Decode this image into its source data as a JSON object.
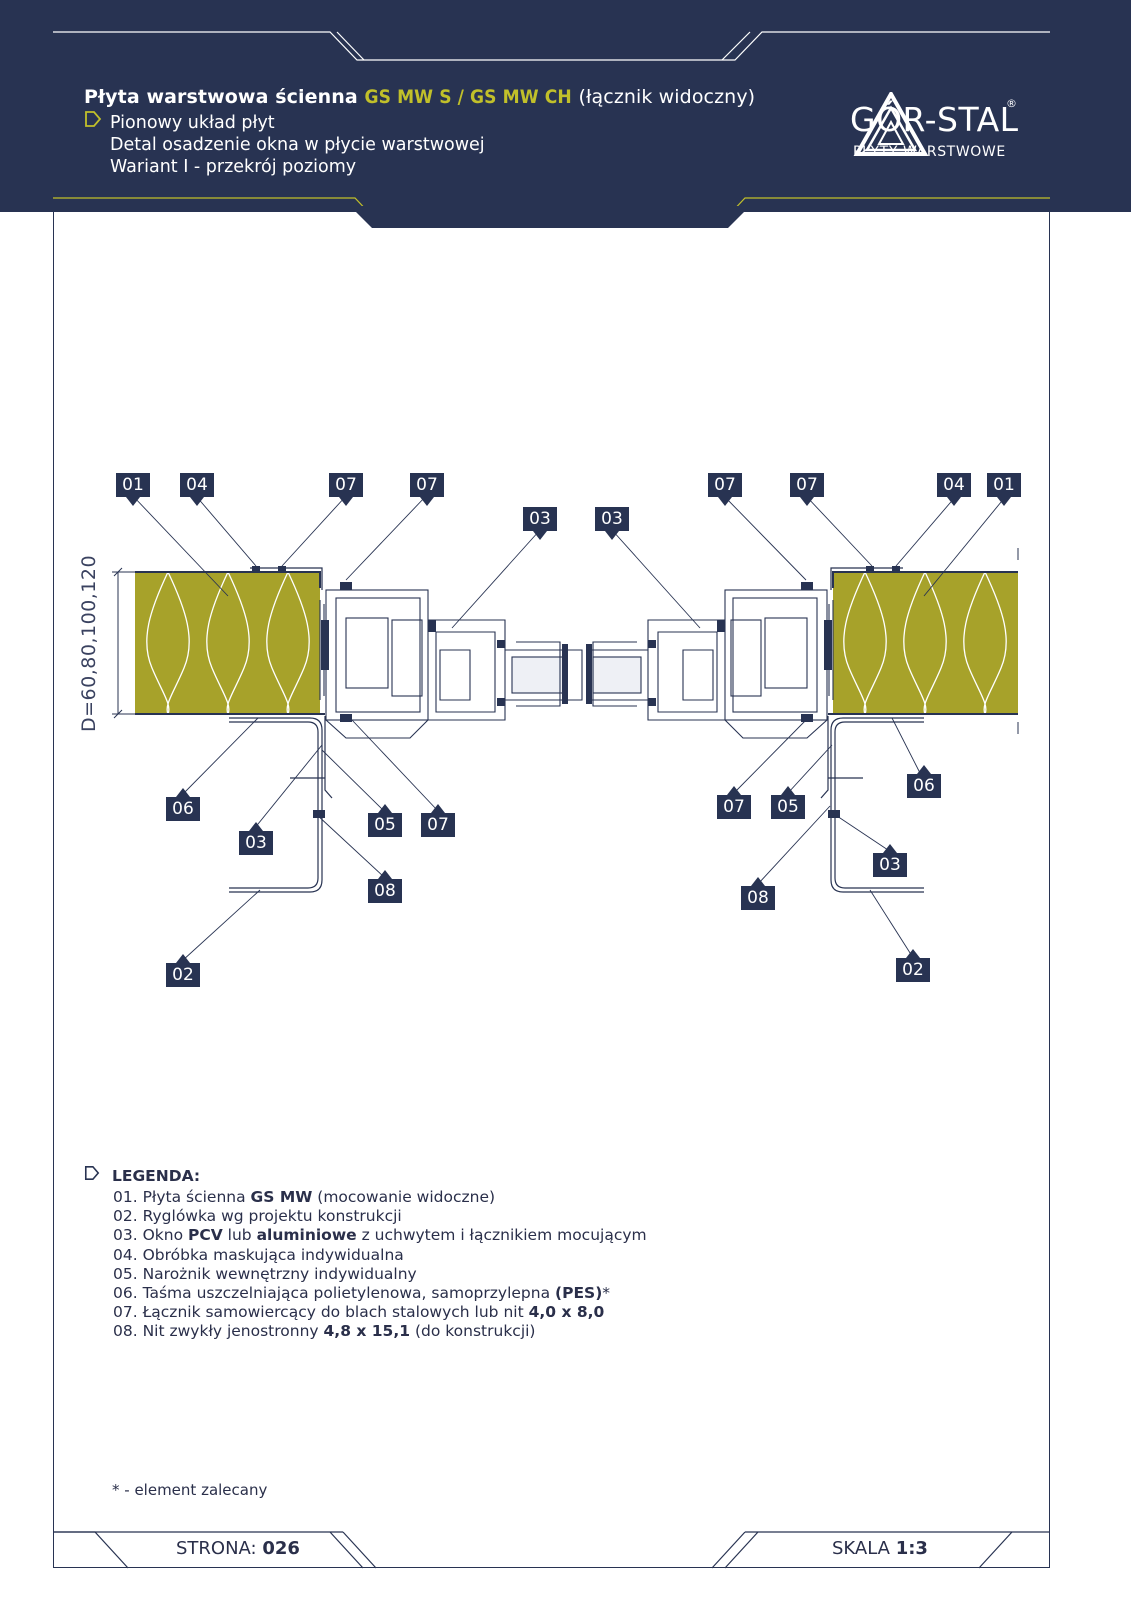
{
  "header": {
    "title_part1": "Płyta warstwowa ścienna",
    "title_code": "GS MW S / GS MW CH",
    "title_part2": "(łącznik widoczny)",
    "line1": "Pionowy układ płyt",
    "line2": "Detal osadzenie okna w płycie warstwowej",
    "line3": "Wariant I - przekrój poziomy",
    "brand": "GÓR-STAL",
    "brand_sub": "PŁYTY WARSTWOWE",
    "registered": "®",
    "colors": {
      "navy": "#283352",
      "accent": "#c1c02a",
      "insulation": "#a7a22a"
    },
    "icons": {
      "bullet": "chevron-outline-icon",
      "logo": "triangle-logo-icon"
    }
  },
  "drawing": {
    "dimension_label": "D=60,80,100,120",
    "tags": {
      "l01": "01",
      "l04": "04",
      "l07a": "07",
      "l07b": "07",
      "l03top": "03",
      "l06": "06",
      "l03": "03",
      "l05": "05",
      "l07c": "07",
      "l08": "08",
      "l02": "02",
      "r03top": "03",
      "r07a": "07",
      "r07b": "07",
      "r04": "04",
      "r01": "01",
      "r06": "06",
      "r07c": "07",
      "r05": "05",
      "r03": "03",
      "r08": "08",
      "r02": "02"
    }
  },
  "legend": {
    "title": "LEGENDA:",
    "items": [
      {
        "pre": "01. Płyta ścienna ",
        "b1": "GS MW",
        "mid": " (mocowanie widoczne)"
      },
      {
        "pre": "02. Ryglówka wg projektu konstrukcji"
      },
      {
        "pre": "03. Okno ",
        "b1": "PCV",
        "mid": " lub ",
        "b2": "aluminiowe",
        "post": " z uchwytem i łącznikiem mocującym"
      },
      {
        "pre": "04. Obróbka maskująca indywidualna"
      },
      {
        "pre": "05. Narożnik wewnętrzny indywidualny"
      },
      {
        "pre": "06. Taśma uszczelniająca polietylenowa, samoprzylepna ",
        "b1": "(PES)",
        "mid": "*"
      },
      {
        "pre": "07. Łącznik samowiercący do blach stalowych lub nit ",
        "b1": "4,0 x 8,0"
      },
      {
        "pre": "08. Nit zwykły jenostronny ",
        "b1": "4,8 x 15,1",
        "mid": " (do konstrukcji)"
      }
    ]
  },
  "footnote": "* -  element zalecany",
  "footer": {
    "page_label": "STRONA: ",
    "page_number": "026",
    "scale_label": "SKALA ",
    "scale_value": "1:3"
  }
}
